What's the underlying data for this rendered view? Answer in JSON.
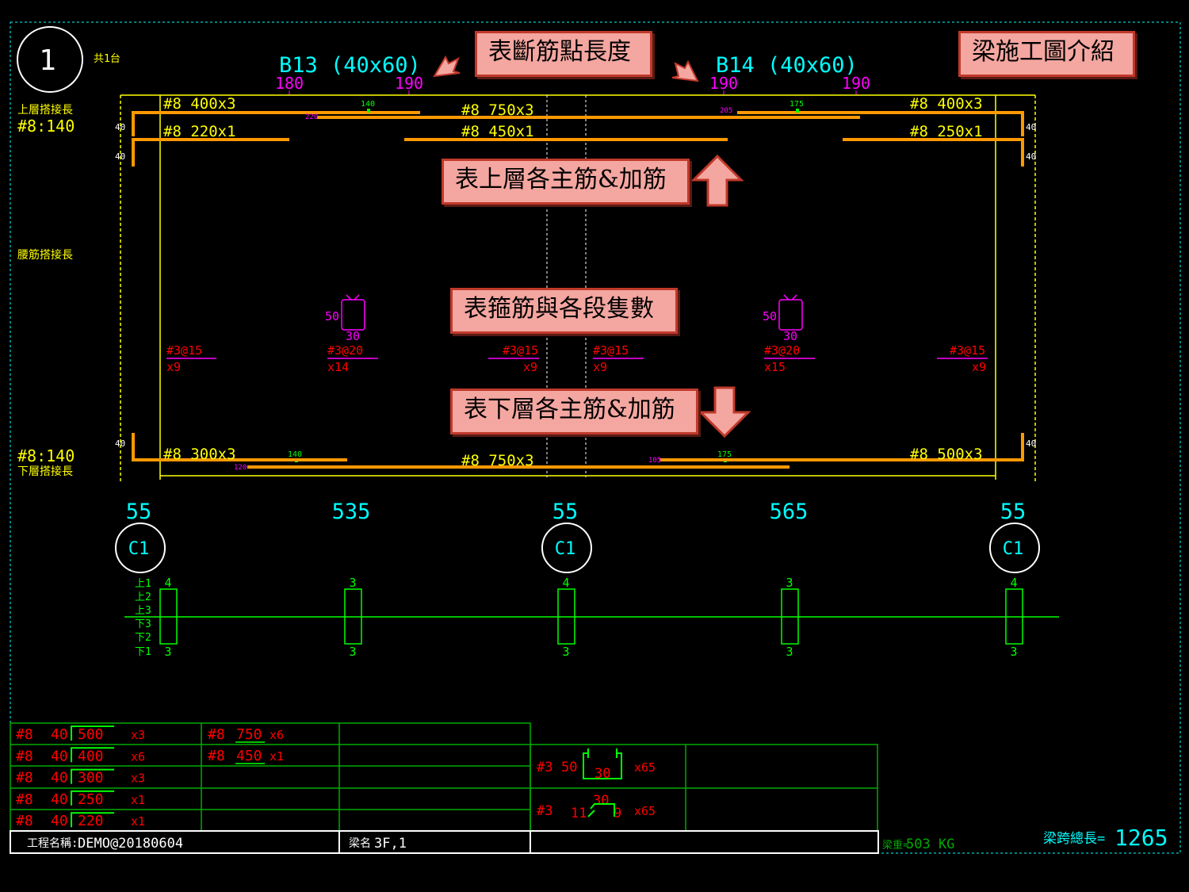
{
  "drawing": {
    "sheet_number": "1",
    "count_label": "共1台",
    "beams": [
      {
        "name": "B13 (40x60)",
        "dims_top": [
          "180",
          "190"
        ]
      },
      {
        "name": "B14 (40x60)",
        "dims_top": [
          "190",
          "190"
        ]
      }
    ],
    "labels": {
      "top_lap": "上層搭接長",
      "top_lap_value": "#8:140",
      "web_lap": "腰筋搭接長",
      "bottom_lap_value": "#8:140",
      "bottom_lap": "下層搭接長"
    },
    "top_bars": [
      "#8 400x3",
      "#8 750x3",
      "#8 400x3",
      "#8 220x1",
      "#8 450x1",
      "#8 250x1"
    ],
    "bottom_bars": [
      "#8 300x3",
      "#8 750x3",
      "#8 500x3"
    ],
    "small_dims": {
      "top_a": "140",
      "top_b": "220",
      "top_c": "205",
      "top_d": "175",
      "bot_a": "140",
      "bot_b": "120",
      "bot_c": "105",
      "bot_d": "175",
      "hook": "40"
    },
    "stirrup_sections": [
      {
        "spec": "#3@15",
        "count": "x9"
      },
      {
        "spec": "#3@20",
        "count": "x14"
      },
      {
        "spec": "#3@15",
        "count": "x9"
      },
      {
        "spec": "#3@15",
        "count": "x9"
      },
      {
        "spec": "#3@20",
        "count": "x15"
      },
      {
        "spec": "#3@15",
        "count": "x9"
      }
    ],
    "stirrup_dims": {
      "h": "50",
      "w": "30"
    },
    "spans": [
      "55",
      "535",
      "55",
      "565",
      "55"
    ],
    "columns": [
      "C1",
      "C1",
      "C1"
    ],
    "layer_labels": [
      "上1",
      "上2",
      "上3",
      "下3",
      "下2",
      "下1"
    ],
    "section_counts": [
      {
        "top": "4",
        "bottom": "3"
      },
      {
        "top": "3",
        "bottom": "3"
      },
      {
        "top": "4",
        "bottom": "3"
      },
      {
        "top": "3",
        "bottom": "3"
      },
      {
        "top": "4",
        "bottom": "3"
      }
    ]
  },
  "callouts": {
    "break_length": "表斷筋點長度",
    "intro": "梁施工圖介紹",
    "top_bars": "表上層各主筋&加筋",
    "stirrups": "表箍筋與各段隻數",
    "bottom_bars": "表下層各主筋&加筋"
  },
  "schedule": {
    "hooked": [
      {
        "size": "#8",
        "hook": "40",
        "len": "500",
        "qty": "x3"
      },
      {
        "size": "#8",
        "hook": "40",
        "len": "400",
        "qty": "x6"
      },
      {
        "size": "#8",
        "hook": "40",
        "len": "300",
        "qty": "x3"
      },
      {
        "size": "#8",
        "hook": "40",
        "len": "250",
        "qty": "x1"
      },
      {
        "size": "#8",
        "hook": "40",
        "len": "220",
        "qty": "x1"
      }
    ],
    "straight": [
      {
        "size": "#8",
        "len": "750",
        "qty": "x6"
      },
      {
        "size": "#8",
        "len": "450",
        "qty": "x1"
      }
    ],
    "stirrup_rows": [
      {
        "size": "#3",
        "a": "50",
        "b": "30",
        "qty": "x65"
      },
      {
        "size": "#3",
        "a": "11",
        "b": "30",
        "c": "9",
        "qty": "x65"
      }
    ],
    "project_label": "工程名稱:",
    "project_value": "DEMO@20180604",
    "beam_label": "梁名",
    "beam_value": "3F,1",
    "weight_label": "梁重=",
    "weight_value": "503 KG",
    "total_label": "梁跨總長=",
    "total_value": "1265"
  },
  "colors": {
    "yellow": "#ffff00",
    "orange": "#ff9900",
    "cyan": "#00ffff",
    "magenta": "#ff00ff",
    "green": "#00ff00",
    "red": "#ff0000",
    "callout_bg": "#f4a6a0",
    "callout_border": "#c0392b"
  }
}
